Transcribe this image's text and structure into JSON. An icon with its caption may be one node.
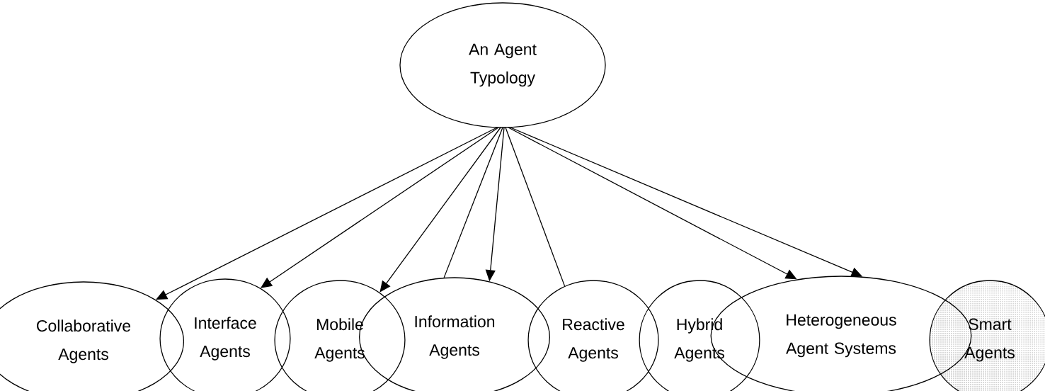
{
  "diagram": {
    "nodes": [
      {
        "text": [
          "An Agent Typology"
        ]
      },
      {
        "text": [
          "Collaborative Agents"
        ]
      },
      {
        "text": [
          "Interface Agents"
        ]
      },
      {
        "text": [
          "Mobile Agents"
        ]
      },
      {
        "text": [
          "Information Agents"
        ]
      },
      {
        "text": [
          "Reactive Agents"
        ]
      },
      {
        "text": [
          "Hybrid Agents"
        ]
      },
      {
        "text": [
          "Heterogeneous Agent Systems"
        ]
      },
      {
        "text": [
          "Smart Agents"
        ]
      }
    ],
    "edges": [
      {
        "from": 0,
        "to": 1,
        "arrow": "to"
      },
      {
        "from": 0,
        "to": 2,
        "arrow": "to"
      },
      {
        "from": 0,
        "to": 3,
        "arrow": "to"
      },
      {
        "from": 0,
        "to": 4,
        "arrow": "none"
      },
      {
        "from": 0,
        "to": 4,
        "arrow": "to"
      },
      {
        "from": 0,
        "to": 5,
        "arrow": "none"
      },
      {
        "from": 0,
        "to": 7,
        "arrow": "to"
      },
      {
        "from": 0,
        "to": 7,
        "arrow": "to"
      }
    ]
  }
}
